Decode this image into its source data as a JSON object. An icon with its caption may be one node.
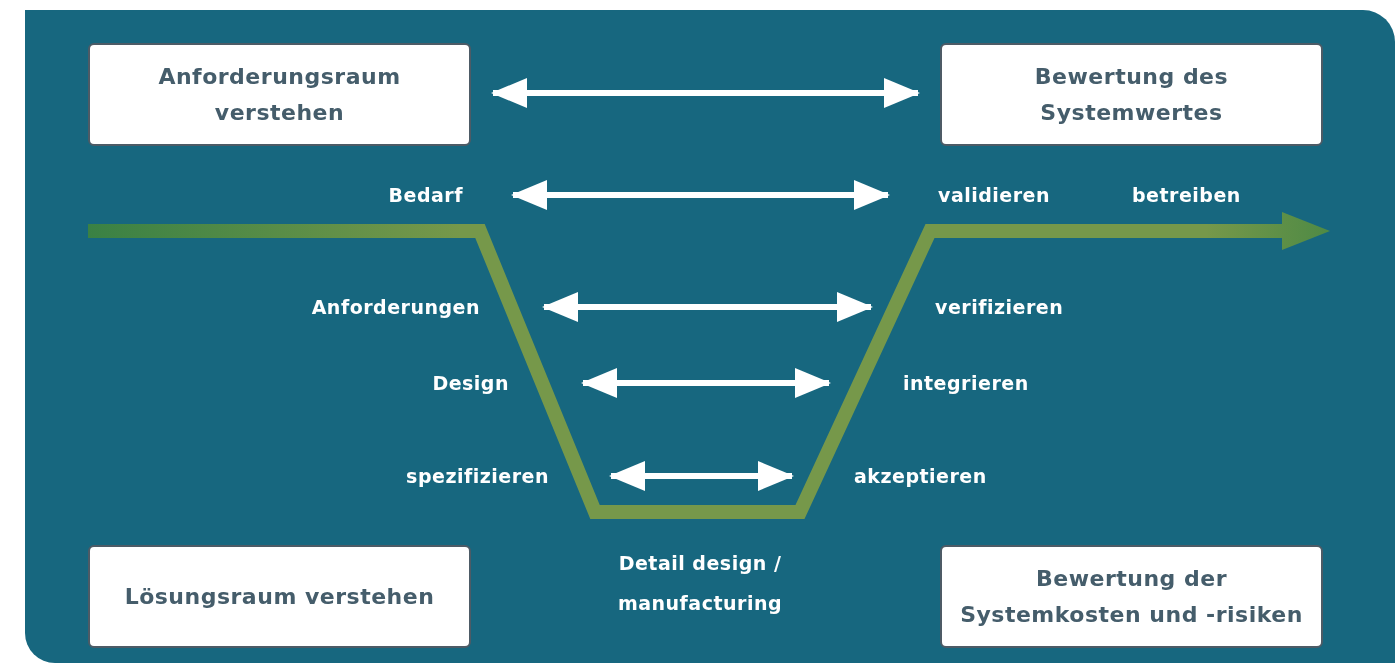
{
  "diagram": {
    "nodes": [
      {
        "text": [
          "Anforderungsraum verstehen"
        ]
      },
      {
        "text": [
          "Bewertung des Systemwertes"
        ]
      },
      {
        "text": [
          "Bedarf"
        ]
      },
      {
        "text": [
          "validieren"
        ]
      },
      {
        "text": [
          "Anforderungen"
        ]
      },
      {
        "text": [
          "verifizieren"
        ]
      },
      {
        "text": [
          "Design"
        ]
      },
      {
        "text": [
          "integrieren"
        ]
      },
      {
        "text": [
          "spezifizieren"
        ]
      },
      {
        "text": [
          "akzeptieren"
        ]
      },
      {
        "text": [
          "Lösungsraum verstehen"
        ]
      },
      {
        "text": [
          "Bewertung der Systemkosten und -risiken"
        ]
      }
    ],
    "edges": [
      {
        "from": 0,
        "to": 1,
        "arrow": "both"
      },
      {
        "from": 2,
        "to": 3,
        "arrow": "both"
      },
      {
        "from": 4,
        "to": 5,
        "arrow": "both"
      },
      {
        "from": 6,
        "to": 7,
        "arrow": "both"
      },
      {
        "from": 8,
        "to": 9,
        "arrow": "both"
      }
    ],
    "labels": [
      "betreiben",
      "Detail design / manufacturing"
    ]
  }
}
